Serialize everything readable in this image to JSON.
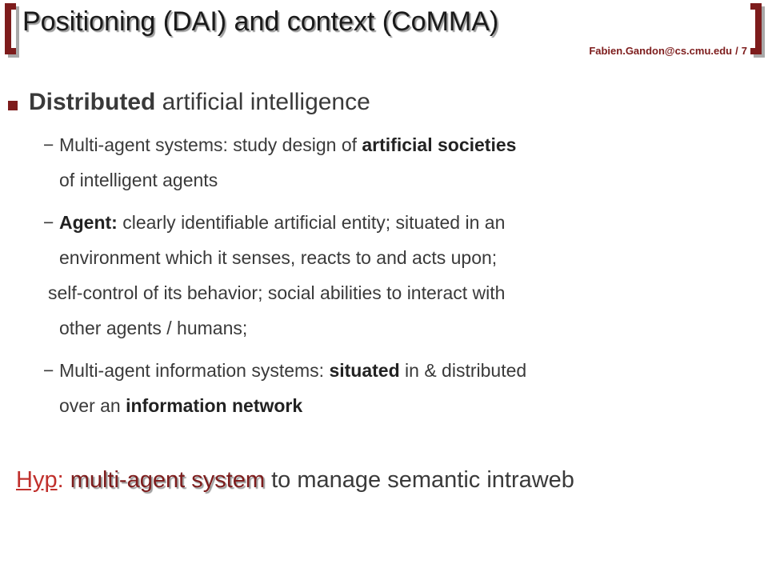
{
  "header": {
    "title": "Positioning (DAI) and context (CoMMA)",
    "author_email": "Fabien.Gandon@cs.cmu.edu",
    "page_separator": "/",
    "page_number": "7"
  },
  "bullet": {
    "bold": "Distributed",
    "rest": " artificial intelligence"
  },
  "subitems": [
    {
      "line1_a": "Multi-agent systems: study design of ",
      "line1_bold": "artificial societies",
      "line2": "of intelligent agents"
    },
    {
      "line1_bold": "Agent:",
      "line1_a": " clearly identifiable artificial entity; situated in an",
      "line2": "environment which it senses, reacts to and acts upon;",
      "line3": "self-control of its behavior; social  abilities  to interact with",
      "line4": "other agents / humans;"
    },
    {
      "line1_a": "Multi-agent information systems: ",
      "line1_bold": "situated",
      "line1_b": " in & distributed",
      "line2_a": "over an ",
      "line2_bold": "information network"
    }
  ],
  "dash_glyph": "−",
  "hypothesis": {
    "label": "Hyp",
    "colon": ":",
    "key": " multi-agent system",
    "rest": " to manage semantic intraweb"
  },
  "colors": {
    "accent": "#7d1c1c",
    "hyp_label": "#c0302c",
    "text": "#3a3a3a"
  }
}
